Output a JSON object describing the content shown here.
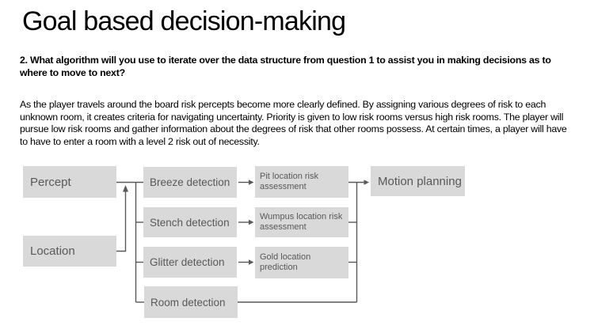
{
  "slide": {
    "title": "Goal based decision-making",
    "question": "2. What algorithm will you use to iterate over the data structure from question 1 to assist you in making decisions as to where to move to next?",
    "paragraph": "As the player travels around the board risk percepts become more clearly defined. By assigning various degrees of risk to each unknown room, it creates criteria for navigating uncertainty. Priority is given to low risk rooms versus high risk rooms. The player will pursue low risk rooms and gather information about the degrees of risk that other rooms possess. At certain times, a player will have to have to enter a room with a level 2 risk out of necessity."
  },
  "diagram": {
    "nodes": [
      {
        "id": "percept",
        "label": "Percept"
      },
      {
        "id": "location",
        "label": "Location"
      },
      {
        "id": "breeze",
        "label": "Breeze detection"
      },
      {
        "id": "stench",
        "label": "Stench detection"
      },
      {
        "id": "glitter",
        "label": "Glitter detection"
      },
      {
        "id": "room",
        "label": "Room detection"
      },
      {
        "id": "pit",
        "label": "Pit location risk assessment"
      },
      {
        "id": "wumpus",
        "label": "Wumpus location risk assessment"
      },
      {
        "id": "gold",
        "label": "Gold location prediction"
      },
      {
        "id": "motion",
        "label": "Motion planning"
      }
    ],
    "edges": [
      {
        "from": "percept",
        "to": "detection-bus",
        "arrow": false
      },
      {
        "from": "location",
        "to": "detection-bus",
        "arrow": true
      },
      {
        "from": "detection-bus",
        "to": "breeze",
        "arrow": false
      },
      {
        "from": "detection-bus",
        "to": "stench",
        "arrow": false
      },
      {
        "from": "detection-bus",
        "to": "glitter",
        "arrow": false
      },
      {
        "from": "detection-bus",
        "to": "room",
        "arrow": false
      },
      {
        "from": "breeze",
        "to": "pit",
        "arrow": true
      },
      {
        "from": "stench",
        "to": "wumpus",
        "arrow": true
      },
      {
        "from": "glitter",
        "to": "gold",
        "arrow": true
      },
      {
        "from": "pit",
        "to": "motion",
        "arrow": true
      },
      {
        "from": "wumpus",
        "to": "output-bus",
        "arrow": false
      },
      {
        "from": "gold",
        "to": "output-bus",
        "arrow": false
      },
      {
        "from": "room",
        "to": "output-bus",
        "arrow": false
      }
    ],
    "colors": {
      "node_fill": "#d9d9d9",
      "node_text": "#595959",
      "connector": "#595959",
      "text": "#000000",
      "background": "#ffffff"
    }
  }
}
